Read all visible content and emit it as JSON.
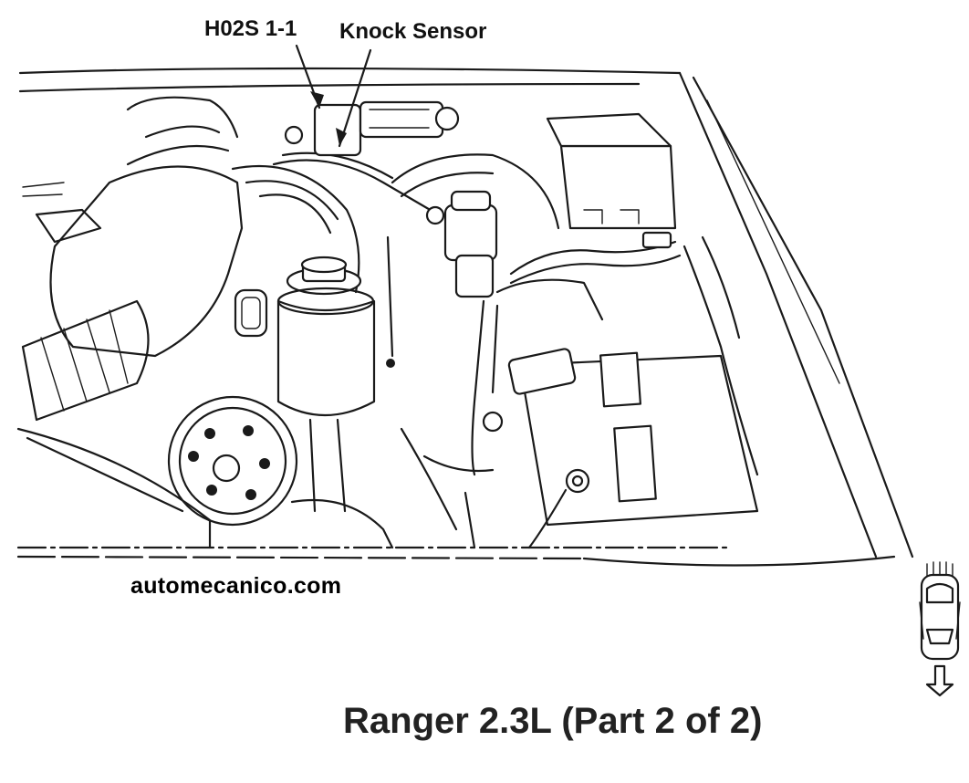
{
  "labels": {
    "ho2s": "H02S 1-1",
    "knock_sensor": "Knock Sensor"
  },
  "watermark": "automecanico.com",
  "caption": "Ranger 2.3L (Part 2 of 2)",
  "icons": {
    "vehicle_direction": "vehicle-front-arrow-icon"
  },
  "colors": {
    "ink": "#1a1a1a",
    "background": "#ffffff"
  }
}
